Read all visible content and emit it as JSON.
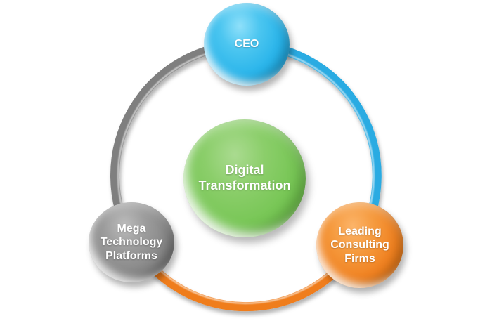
{
  "background_color": "#ffffff",
  "center_node": {
    "label": "Digital Transformation",
    "color": "#76c653",
    "text_color": "#ffffff"
  },
  "nodes": [
    {
      "id": "ceo",
      "label": "CEO",
      "color": "#29b7ea",
      "position": "top",
      "text_color": "#ffffff"
    },
    {
      "id": "leading-consulting-firms",
      "label": "Leading Consulting Firms",
      "color": "#ef8122",
      "position": "bottom-right",
      "text_color": "#ffffff"
    },
    {
      "id": "mega-technology-platforms",
      "label": "Mega Technology Platforms",
      "color": "#868686",
      "position": "bottom-left",
      "text_color": "#ffffff"
    }
  ],
  "ring": {
    "segments": [
      {
        "from": "ceo",
        "to": "leading-consulting-firms",
        "color": "#29abe2"
      },
      {
        "from": "leading-consulting-firms",
        "to": "mega-technology-platforms",
        "color": "#ef7d1d"
      },
      {
        "from": "mega-technology-platforms",
        "to": "ceo",
        "color": "#7f7f7f"
      }
    ]
  }
}
